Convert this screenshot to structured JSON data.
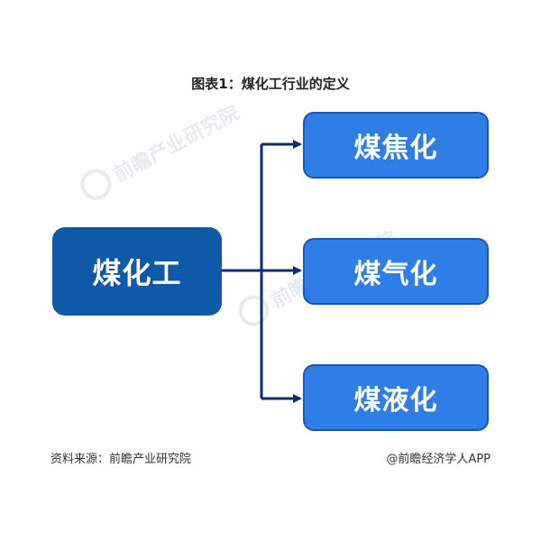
{
  "title": "图表1：煤化工行业的定义",
  "root": {
    "label": "煤化工"
  },
  "children": [
    {
      "label": "煤焦化"
    },
    {
      "label": "煤气化"
    },
    {
      "label": "煤液化"
    }
  ],
  "watermark": {
    "text": "前瞻产业研究院"
  },
  "footer": {
    "source": "资料来源：前瞻产业研究院",
    "credit": "@前瞻经济学人APP"
  },
  "colors": {
    "root_fill": "#0f5aa8",
    "child_fill": "#2f7ee8",
    "connector": "#0d2f6b"
  }
}
